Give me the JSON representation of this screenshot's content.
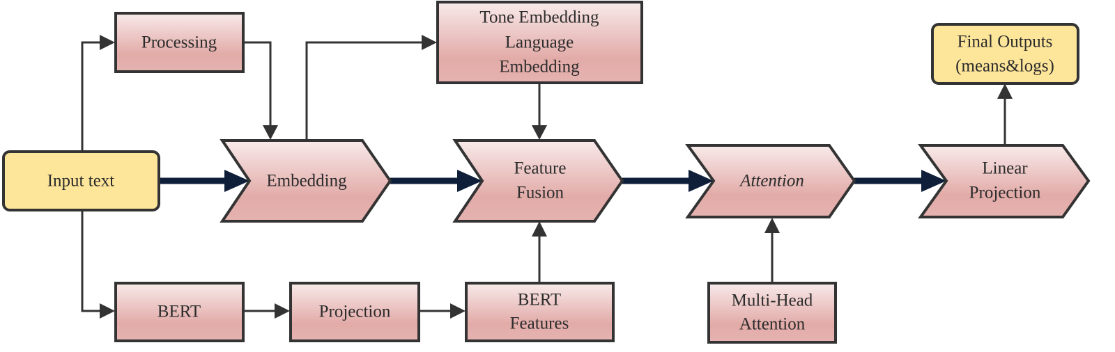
{
  "diagram": {
    "colors": {
      "input_fill": "#FDE59A",
      "process_fill_top": "#F7E6E6",
      "process_fill_bottom": "#E2ABA8",
      "border": "#333333",
      "main_flow": "#0F1F3A",
      "connector": "#333333"
    },
    "nodes": {
      "input_text": {
        "label": "Input text",
        "shape": "rounded-rect"
      },
      "processing": {
        "label": "Processing",
        "shape": "rect"
      },
      "embedding": {
        "label": "Embedding",
        "shape": "chevron"
      },
      "tone_language": {
        "lines": [
          "Tone Embedding",
          "Language",
          "Embedding"
        ],
        "shape": "rect"
      },
      "feature_fusion": {
        "lines": [
          "Feature",
          "Fusion"
        ],
        "shape": "chevron"
      },
      "attention": {
        "label": "Attention",
        "shape": "chevron",
        "style": "italic"
      },
      "linear_projection": {
        "lines": [
          "Linear",
          "Projection"
        ],
        "shape": "chevron"
      },
      "final_outputs": {
        "lines": [
          "Final Outputs",
          "(means&logs)"
        ],
        "shape": "rounded-rect"
      },
      "bert": {
        "label": "BERT",
        "shape": "rect"
      },
      "projection": {
        "label": "Projection",
        "shape": "rect"
      },
      "bert_features": {
        "lines": [
          "BERT",
          "Features"
        ],
        "shape": "rect"
      },
      "multi_head": {
        "lines": [
          "Multi-Head",
          "Attention"
        ],
        "shape": "rect"
      }
    },
    "edges": [
      {
        "from": "input_text",
        "to": "embedding",
        "type": "main"
      },
      {
        "from": "embedding",
        "to": "feature_fusion",
        "type": "main"
      },
      {
        "from": "feature_fusion",
        "to": "attention",
        "type": "main"
      },
      {
        "from": "attention",
        "to": "linear_projection",
        "type": "main"
      },
      {
        "from": "input_text",
        "to": "processing",
        "type": "connector"
      },
      {
        "from": "processing",
        "to": "embedding",
        "type": "connector"
      },
      {
        "from": "embedding",
        "to": "tone_language",
        "type": "connector"
      },
      {
        "from": "tone_language",
        "to": "feature_fusion",
        "type": "connector"
      },
      {
        "from": "input_text",
        "to": "bert",
        "type": "connector"
      },
      {
        "from": "bert",
        "to": "projection",
        "type": "connector"
      },
      {
        "from": "projection",
        "to": "bert_features",
        "type": "connector"
      },
      {
        "from": "bert_features",
        "to": "feature_fusion",
        "type": "connector"
      },
      {
        "from": "multi_head",
        "to": "attention",
        "type": "connector"
      },
      {
        "from": "linear_projection",
        "to": "final_outputs",
        "type": "connector"
      }
    ]
  }
}
